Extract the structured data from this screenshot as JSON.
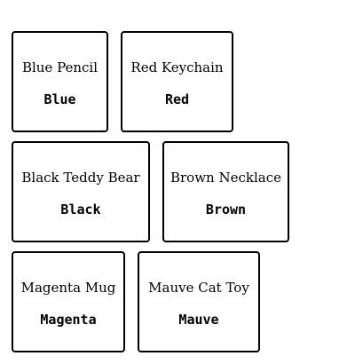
{
  "items": [
    {
      "name": "Blue Pencil",
      "color": "Blue"
    },
    {
      "name": "Red Keychain",
      "color": "Red"
    },
    {
      "name": "Black Teddy Bear",
      "color": "Black"
    },
    {
      "name": "Brown Necklace",
      "color": "Brown"
    },
    {
      "name": "Magenta Mug",
      "color": "Magenta"
    },
    {
      "name": "Mauve Cat Toy",
      "color": "Mauve"
    }
  ]
}
